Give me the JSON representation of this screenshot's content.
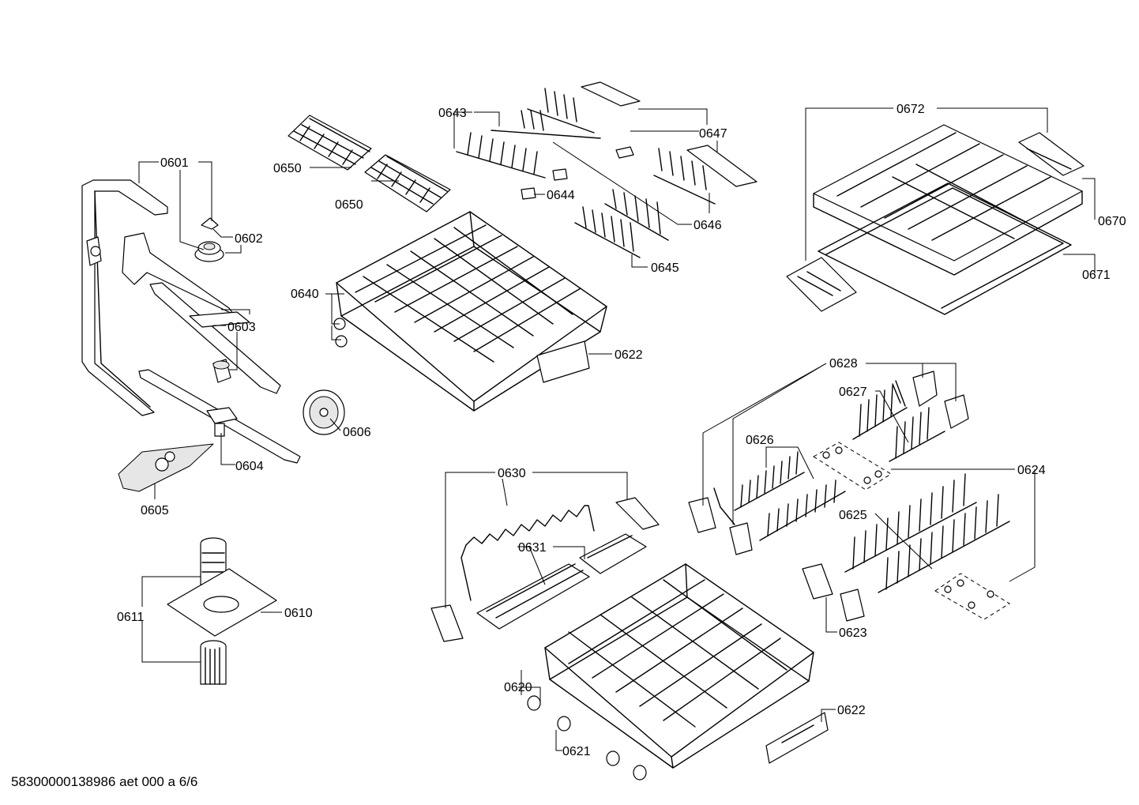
{
  "footer": {
    "document_id": "58300000138986 aet 000 a 6/6"
  },
  "labels": {
    "p0601": "0601",
    "p0602": "0602",
    "p0603": "0603",
    "p0604": "0604",
    "p0605": "0605",
    "p0606": "0606",
    "p0610": "0610",
    "p0611": "0611",
    "p0620": "0620",
    "p0621": "0621",
    "p0622a": "0622",
    "p0622b": "0622",
    "p0623": "0623",
    "p0624": "0624",
    "p0625": "0625",
    "p0626": "0626",
    "p0627": "0627",
    "p0628": "0628",
    "p0630": "0630",
    "p0631": "0631",
    "p0640": "0640",
    "p0643": "0643",
    "p0644": "0644",
    "p0645": "0645",
    "p0646": "0646",
    "p0647": "0647",
    "p0650a": "0650",
    "p0650b": "0650",
    "p0670": "0670",
    "p0671": "0671",
    "p0672": "0672"
  }
}
